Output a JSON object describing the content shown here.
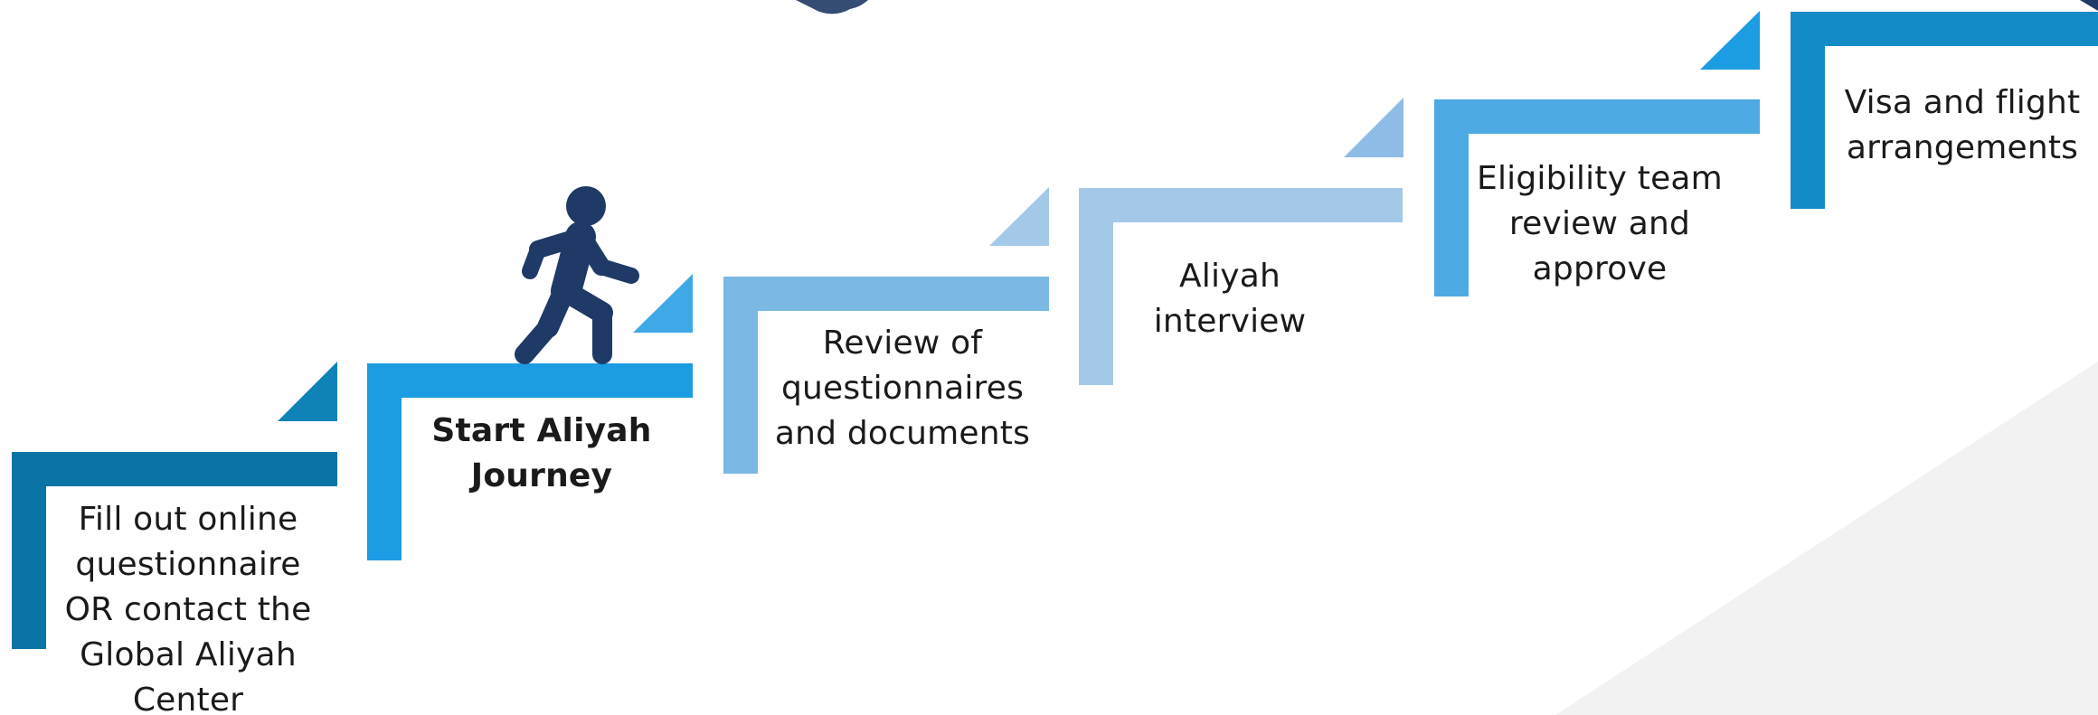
{
  "colors": {
    "step1": "#0A74A4",
    "step2": "#1C9CE3",
    "step3": "#7BB8E3",
    "step4": "#A4C9E8",
    "step5": "#4DAAE3",
    "step6": "#138BC4",
    "person": "#1F3A66",
    "background_shape": "#F2F2F2"
  },
  "person_icon": "walking-person-icon",
  "steps": [
    {
      "label": "Fill out online\nquestionnaire\nOR contact the\nGlobal Aliyah\nCenter",
      "bold": false
    },
    {
      "label": "Start Aliyah\nJourney",
      "bold": true
    },
    {
      "label": "Review of\nquestionnaires\nand documents",
      "bold": false
    },
    {
      "label": "Aliyah\ninterview",
      "bold": false
    },
    {
      "label": "Eligibility team\nreview and\napprove",
      "bold": false
    },
    {
      "label": "Visa and flight\narrangements",
      "bold": false
    }
  ]
}
